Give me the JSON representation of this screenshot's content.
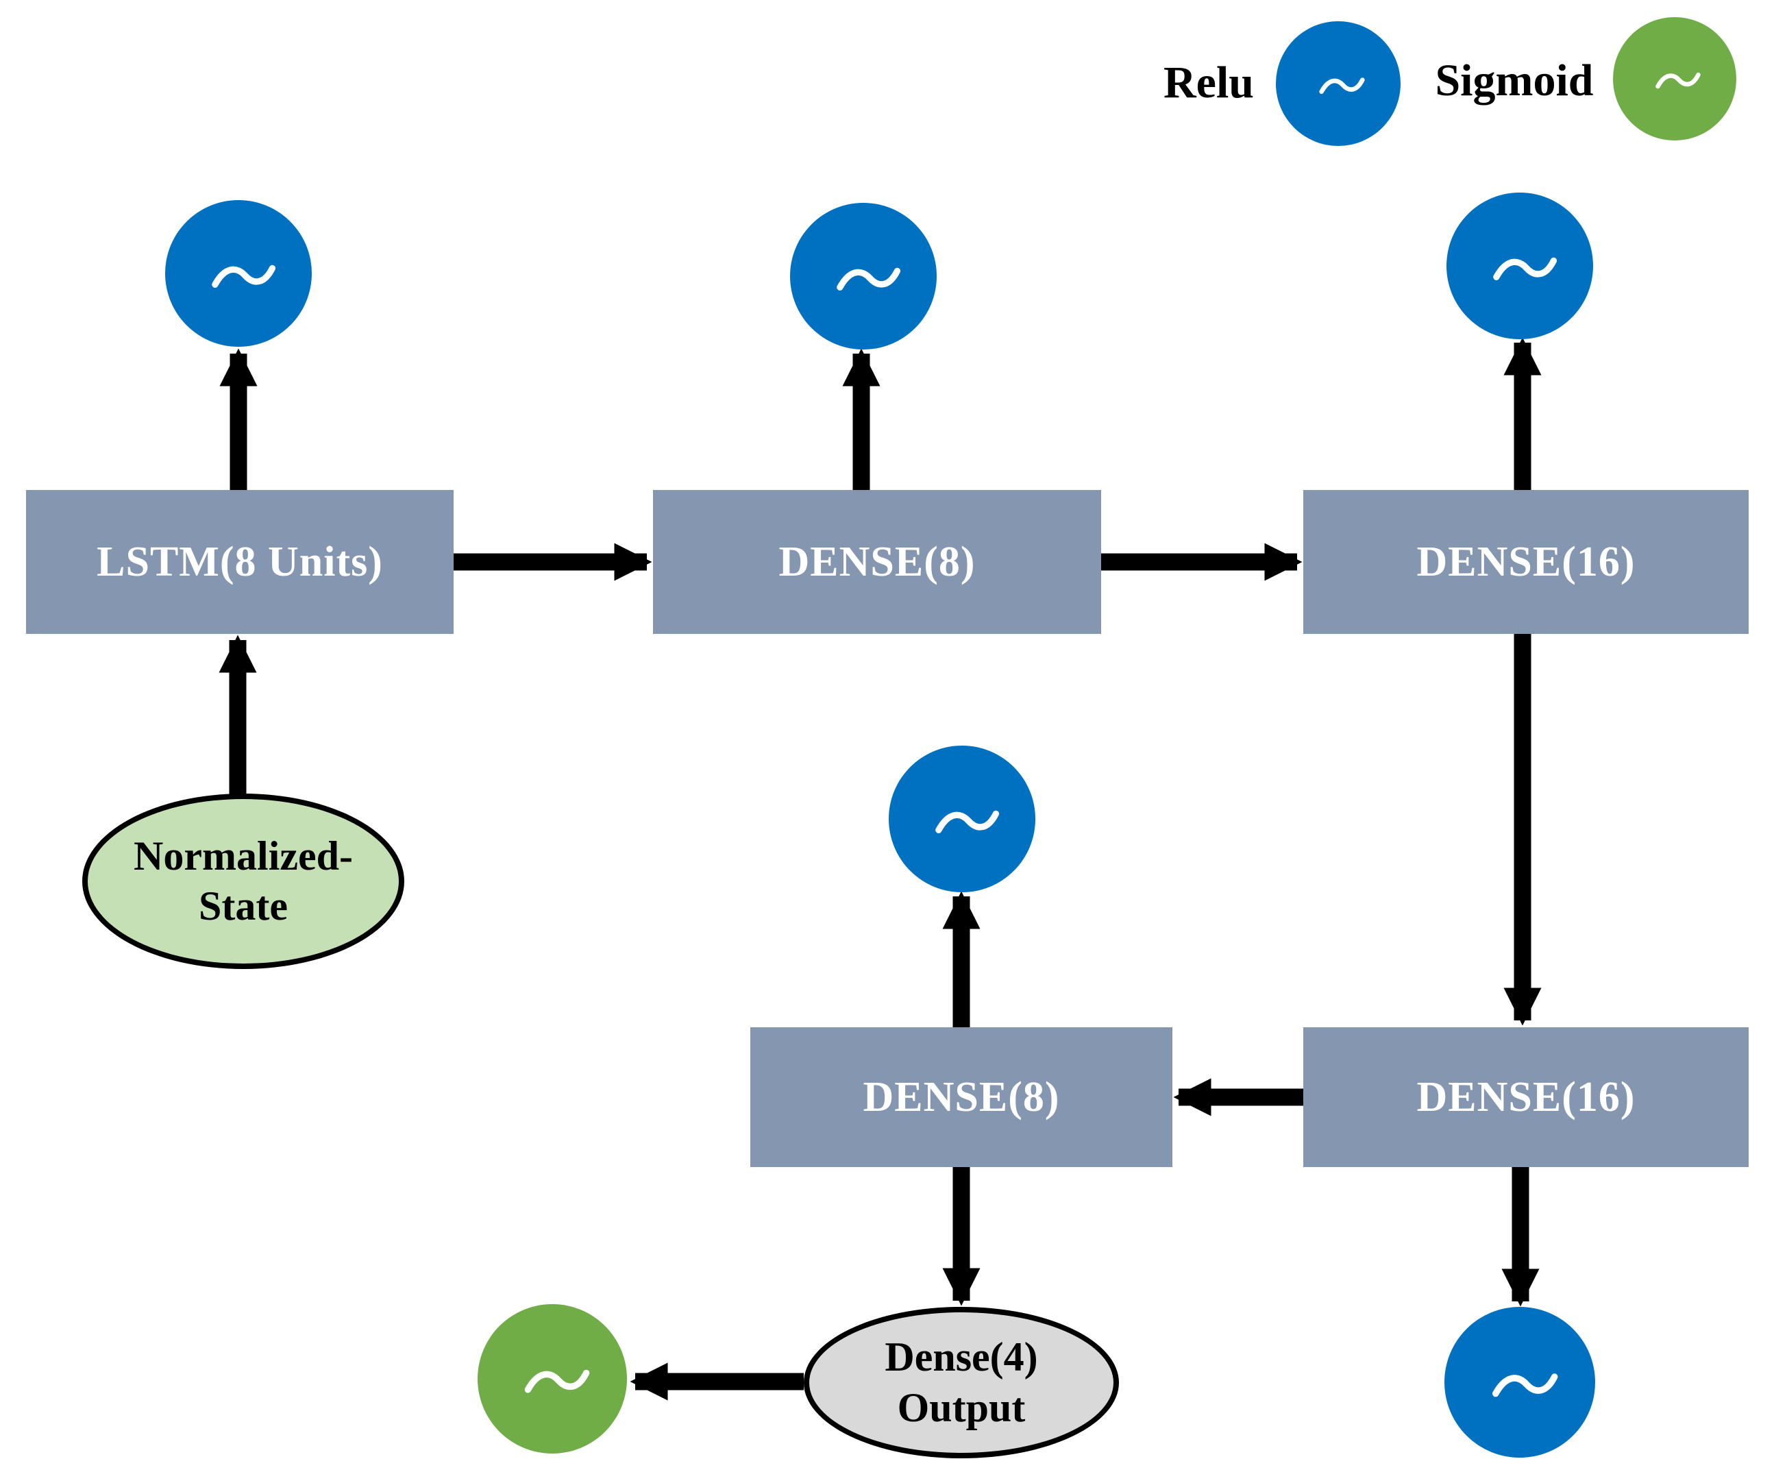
{
  "legend": {
    "items": [
      {
        "label": "Relu",
        "color": "#0070C0"
      },
      {
        "label": "Sigmoid",
        "color": "#70AD47"
      }
    ]
  },
  "diagram": {
    "layers": [
      {
        "label": "LSTM(8 Units)",
        "activation": "Relu"
      },
      {
        "label": "DENSE(8)",
        "activation": "Relu"
      },
      {
        "label": "DENSE(16)",
        "activation": "Relu"
      },
      {
        "label": "DENSE(8)",
        "activation": "Relu"
      },
      {
        "label": "DENSE(16)",
        "activation": "Relu"
      }
    ],
    "input_node": {
      "line1": "Normalized-",
      "line2": "State"
    },
    "output_node": {
      "line1": "Dense(4)",
      "line2": "Output",
      "activation": "Sigmoid"
    }
  },
  "icons": {
    "tilde": "~"
  },
  "colors": {
    "relu_blue": "#0070C0",
    "sigmoid_green": "#70AD47",
    "layer_box": "#8496B0",
    "input_fill": "#C5E0B4",
    "output_fill": "#D9D9D9",
    "arrow": "#000000",
    "background": "#FFFFFF"
  }
}
